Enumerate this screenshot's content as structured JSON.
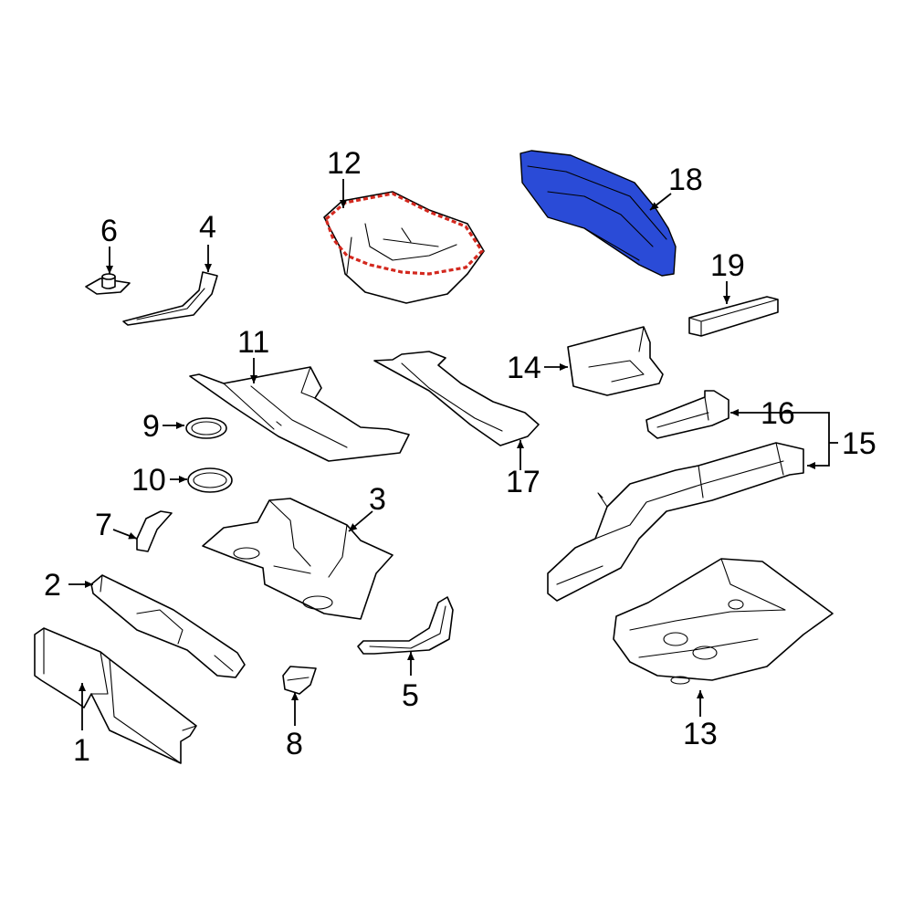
{
  "diagram": {
    "highlight_colors": {
      "part_12_seal": "#d3281e",
      "part_18": "#2a4bd7"
    },
    "callouts": [
      {
        "key": "c1",
        "label": "1"
      },
      {
        "key": "c2",
        "label": "2"
      },
      {
        "key": "c3",
        "label": "3"
      },
      {
        "key": "c4",
        "label": "4"
      },
      {
        "key": "c5",
        "label": "5"
      },
      {
        "key": "c6",
        "label": "6"
      },
      {
        "key": "c7",
        "label": "7"
      },
      {
        "key": "c8",
        "label": "8"
      },
      {
        "key": "c9",
        "label": "9"
      },
      {
        "key": "c10",
        "label": "10"
      },
      {
        "key": "c11",
        "label": "11"
      },
      {
        "key": "c12",
        "label": "12"
      },
      {
        "key": "c13",
        "label": "13"
      },
      {
        "key": "c14",
        "label": "14"
      },
      {
        "key": "c15",
        "label": "15"
      },
      {
        "key": "c16",
        "label": "16"
      },
      {
        "key": "c17",
        "label": "17"
      },
      {
        "key": "c18",
        "label": "18"
      },
      {
        "key": "c19",
        "label": "19"
      }
    ]
  }
}
